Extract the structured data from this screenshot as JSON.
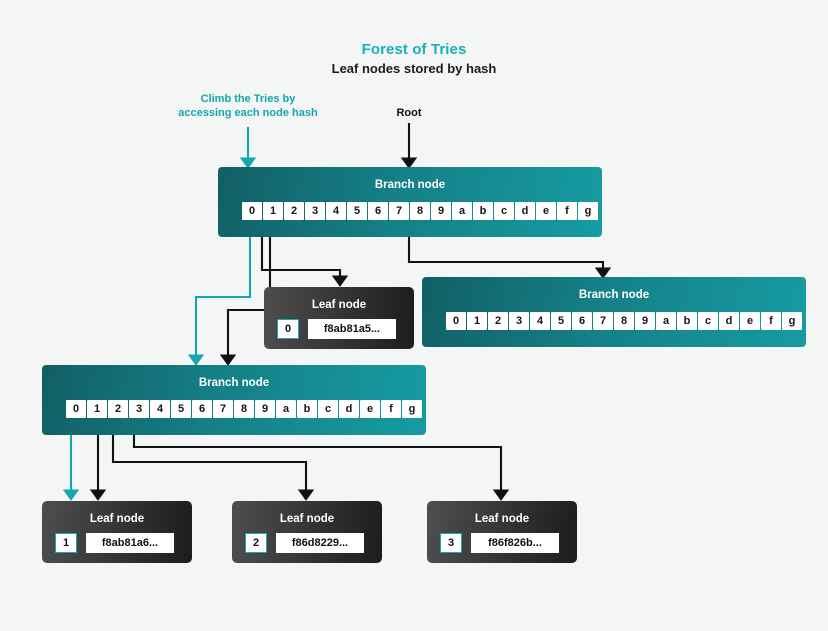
{
  "page": {
    "background": "#f4f5f5",
    "accent_teal": "#15b2bb",
    "wire_teal": "#13a8b0",
    "wire_black": "#111111"
  },
  "header": {
    "title": "Forest of Tries",
    "subtitle": "Leaf nodes stored by hash"
  },
  "annotations": [
    {
      "name": "climb-annotation",
      "text": "Climb the Tries by\naccessing each node hash",
      "color": "#13a8b0"
    },
    {
      "name": "root-annotation",
      "text": "Root",
      "color": "#111111"
    }
  ],
  "cell_keys": [
    "0",
    "1",
    "2",
    "3",
    "4",
    "5",
    "6",
    "7",
    "8",
    "9",
    "a",
    "b",
    "c",
    "d",
    "e",
    "f",
    "g"
  ],
  "nodes": {
    "branch_root": {
      "label": "Branch node"
    },
    "branch_right": {
      "label": "Branch node"
    },
    "branch_lower": {
      "label": "Branch node"
    },
    "leaf_top": {
      "label": "Leaf node",
      "index": "0",
      "hash": "f8ab81a5..."
    },
    "leaf_b1": {
      "label": "Leaf node",
      "index": "1",
      "hash": "f8ab81a6..."
    },
    "leaf_b2": {
      "label": "Leaf node",
      "index": "2",
      "hash": "f86d8229..."
    },
    "leaf_b3": {
      "label": "Leaf node",
      "index": "3",
      "hash": "f86f826b..."
    }
  }
}
